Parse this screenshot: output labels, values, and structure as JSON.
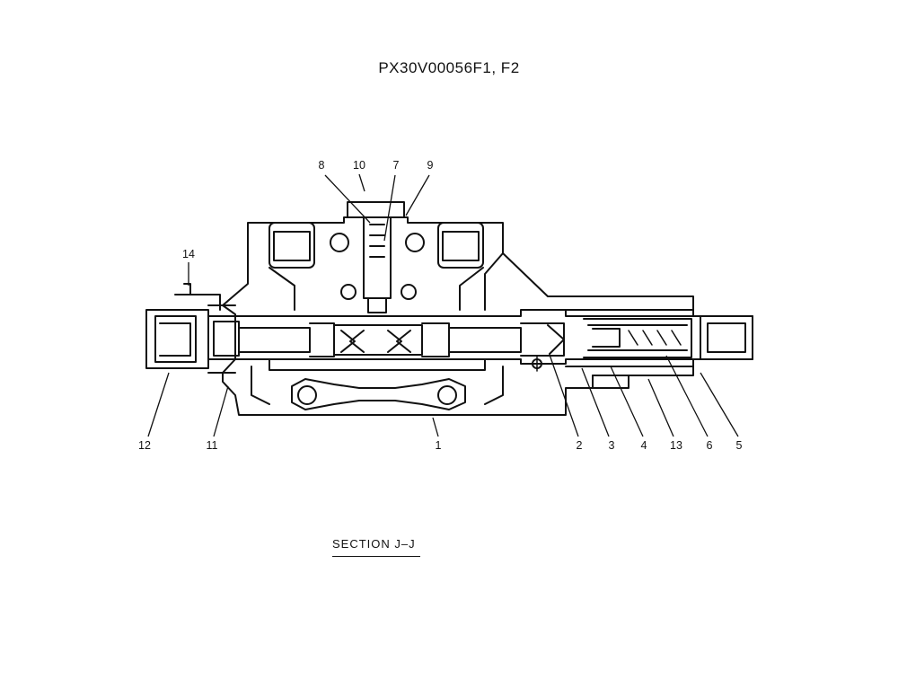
{
  "title": "PX30V00056F1, F2",
  "section_label": "SECTION  J–J",
  "callouts": {
    "c1": "1",
    "c2": "2",
    "c3": "3",
    "c4": "4",
    "c5": "5",
    "c6": "6",
    "c7": "7",
    "c8": "8",
    "c9": "9",
    "c10": "10",
    "c11": "11",
    "c12": "12",
    "c13": "13",
    "c14": "14"
  }
}
